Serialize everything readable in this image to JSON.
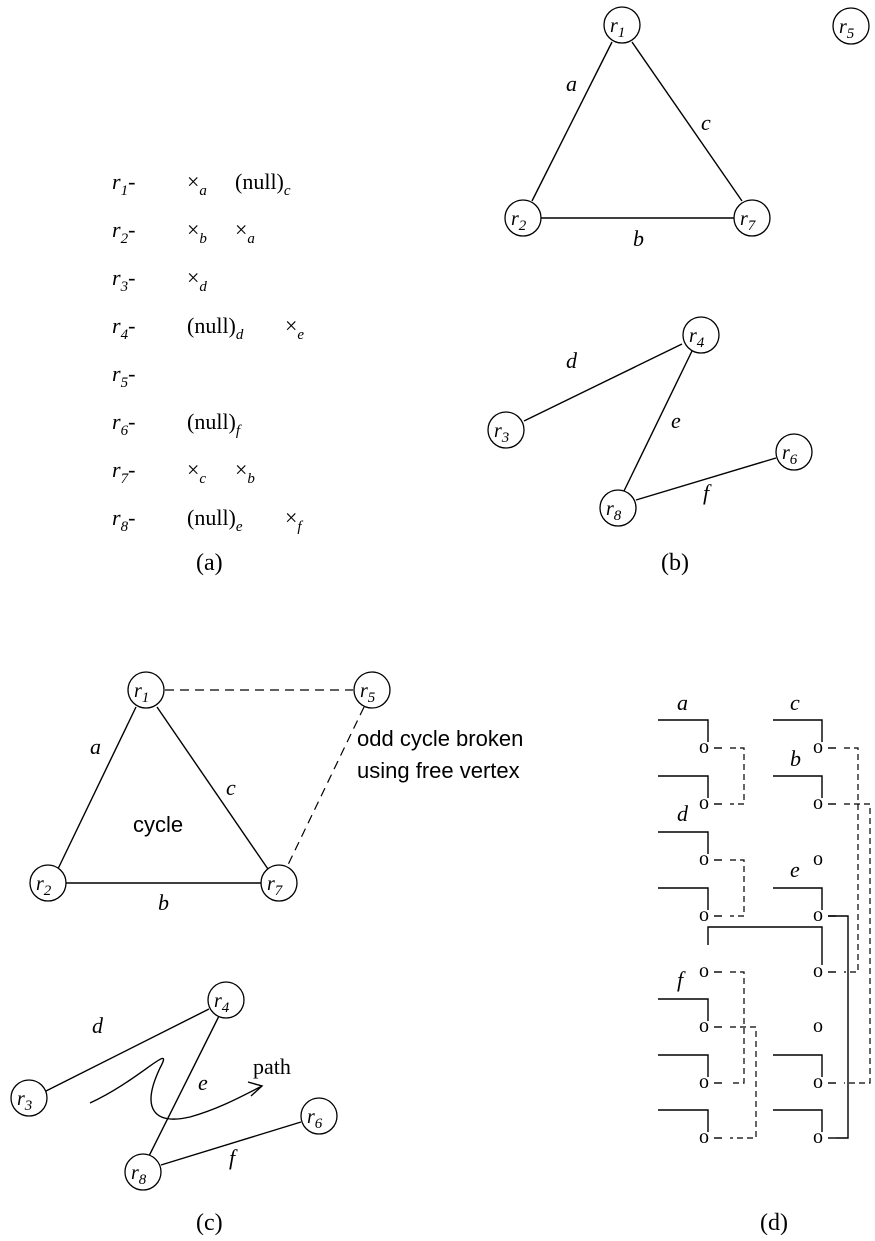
{
  "node_prefix": "r",
  "row_dash": "-",
  "table_a": {
    "rows": [
      {
        "label": "1",
        "entries": [
          {
            "kind": "cross",
            "sub": "a"
          },
          {
            "kind": "null",
            "sub": "c"
          }
        ]
      },
      {
        "label": "2",
        "entries": [
          {
            "kind": "cross",
            "sub": "b"
          },
          {
            "kind": "cross",
            "sub": "a"
          }
        ]
      },
      {
        "label": "3",
        "entries": [
          {
            "kind": "cross",
            "sub": "d"
          }
        ]
      },
      {
        "label": "4",
        "entries": [
          {
            "kind": "null",
            "sub": "d"
          },
          {
            "kind": "cross",
            "sub": "e"
          }
        ]
      },
      {
        "label": "5",
        "entries": []
      },
      {
        "label": "6",
        "entries": [
          {
            "kind": "null",
            "sub": "f"
          }
        ]
      },
      {
        "label": "7",
        "entries": [
          {
            "kind": "cross",
            "sub": "c"
          },
          {
            "kind": "cross",
            "sub": "b"
          }
        ]
      },
      {
        "label": "8",
        "entries": [
          {
            "kind": "null",
            "sub": "e"
          },
          {
            "kind": "cross",
            "sub": "f"
          }
        ]
      }
    ],
    "null_text": "(null)",
    "cross_glyph": "×"
  },
  "graph_b": {
    "nodes": [
      "1",
      "5",
      "2",
      "7",
      "4",
      "3",
      "6",
      "8"
    ],
    "edges": [
      "a",
      "c",
      "b",
      "d",
      "e",
      "f"
    ]
  },
  "graph_c": {
    "nodes": [
      "1",
      "5",
      "2",
      "7",
      "4",
      "3",
      "6",
      "8"
    ],
    "edges": [
      "a",
      "c",
      "b",
      "d",
      "e",
      "f"
    ],
    "cycle_label": "cycle",
    "broken_label_line1": "odd cycle broken",
    "broken_label_line2": "using free vertex",
    "path_label": "path"
  },
  "panel_d": {
    "labels": [
      "a",
      "c",
      "b",
      "d",
      "e",
      "f"
    ],
    "port_glyph": "o"
  },
  "captions": {
    "a": "(a)",
    "b": "(b)",
    "c": "(c)",
    "d": "(d)"
  }
}
